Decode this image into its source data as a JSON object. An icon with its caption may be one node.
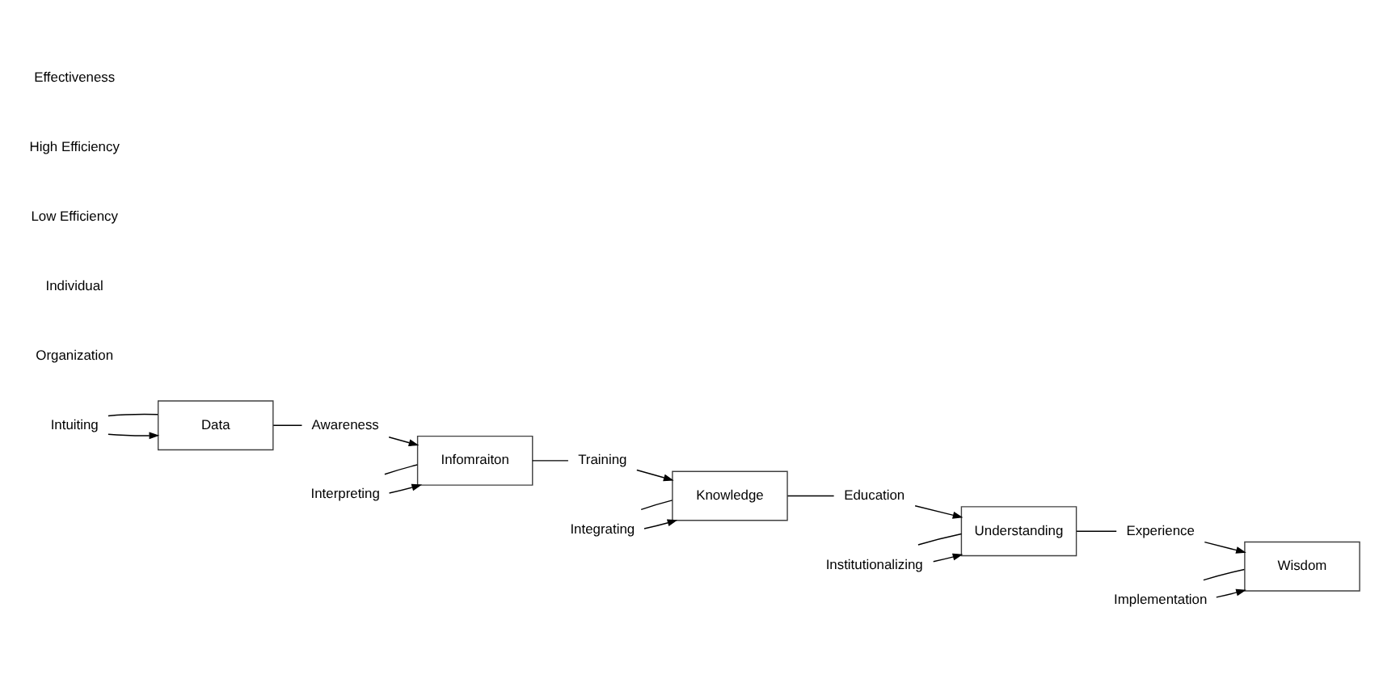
{
  "diagram": {
    "nodes": [
      {
        "text": [
          "Intuiting"
        ]
      },
      {
        "text": [
          "Data"
        ]
      },
      {
        "text": [
          "Awareness"
        ]
      },
      {
        "text": [
          "Interpreting"
        ]
      },
      {
        "text": [
          "Infomraiton"
        ]
      },
      {
        "text": [
          "Training"
        ]
      },
      {
        "text": [
          "Integrating"
        ]
      },
      {
        "text": [
          "Knowledge"
        ]
      },
      {
        "text": [
          "Education"
        ]
      },
      {
        "text": [
          "Institutionalizing"
        ]
      },
      {
        "text": [
          "Understanding"
        ]
      },
      {
        "text": [
          "Experience"
        ]
      },
      {
        "text": [
          "Implementation"
        ]
      },
      {
        "text": [
          "Wisdom"
        ]
      }
    ],
    "edges": [
      {
        "from": 1,
        "to": 0,
        "arrow": "none"
      },
      {
        "from": 0,
        "to": 1,
        "arrow": "to"
      },
      {
        "from": 1,
        "to": 2,
        "arrow": "none"
      },
      {
        "from": 2,
        "to": 4,
        "arrow": "to"
      },
      {
        "from": 4,
        "to": 3,
        "arrow": "none"
      },
      {
        "from": 3,
        "to": 4,
        "arrow": "to"
      },
      {
        "from": 4,
        "to": 5,
        "arrow": "none"
      },
      {
        "from": 5,
        "to": 7,
        "arrow": "to"
      },
      {
        "from": 7,
        "to": 6,
        "arrow": "none"
      },
      {
        "from": 6,
        "to": 7,
        "arrow": "to"
      },
      {
        "from": 7,
        "to": 8,
        "arrow": "none"
      },
      {
        "from": 8,
        "to": 10,
        "arrow": "to"
      },
      {
        "from": 10,
        "to": 9,
        "arrow": "none"
      },
      {
        "from": 9,
        "to": 10,
        "arrow": "to"
      },
      {
        "from": 10,
        "to": 11,
        "arrow": "none"
      },
      {
        "from": 11,
        "to": 13,
        "arrow": "to"
      },
      {
        "from": 13,
        "to": 12,
        "arrow": "none"
      },
      {
        "from": 12,
        "to": 13,
        "arrow": "to"
      }
    ],
    "labels": [
      "Organization",
      "Individual",
      "Low Efficiency",
      "High Efficiency",
      "Effectiveness"
    ]
  }
}
